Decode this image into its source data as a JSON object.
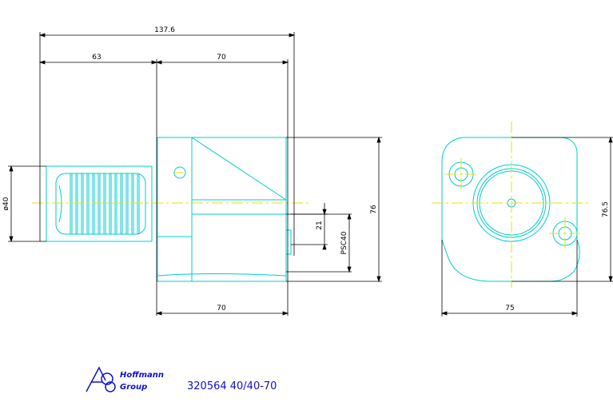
{
  "colors": {
    "part_outline": "#00cccc",
    "dimension": "#000000",
    "centerline": "#e6e600",
    "title_block": "#1010cc"
  },
  "dimensions": {
    "overall_length": "137.6",
    "shank_length": "63",
    "body_length_top": "70",
    "body_length_bottom": "70",
    "shank_diameter": "ø40",
    "height": "76",
    "offset": "21",
    "psc_size": "PSC40",
    "end_view_width": "75",
    "end_view_height": "76.5"
  },
  "title_block": {
    "logo_line1": "Hoffmann",
    "logo_line2": "Group",
    "part_number": "320564 40/40-70"
  }
}
